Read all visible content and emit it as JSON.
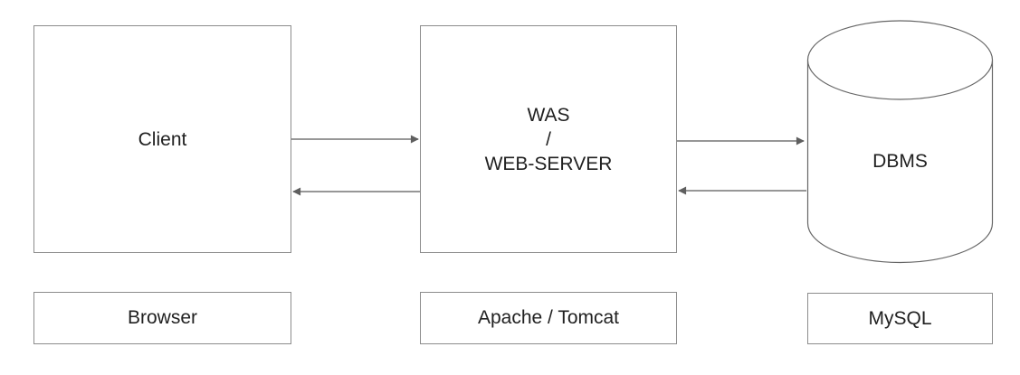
{
  "nodes": {
    "client": {
      "label": "Client",
      "caption": "Browser"
    },
    "server": {
      "label_line1": "WAS",
      "label_line2": "/",
      "label_line3": "WEB-SERVER",
      "caption": "Apache / Tomcat"
    },
    "database": {
      "label": "DBMS",
      "caption": "MySQL"
    }
  },
  "colors": {
    "background": "#ffffff",
    "box_border": "#8c8c8c",
    "shape_stroke": "#666666",
    "arrow_line": "#757575",
    "arrow_head": "#5f5f5f",
    "text": "#212121"
  }
}
